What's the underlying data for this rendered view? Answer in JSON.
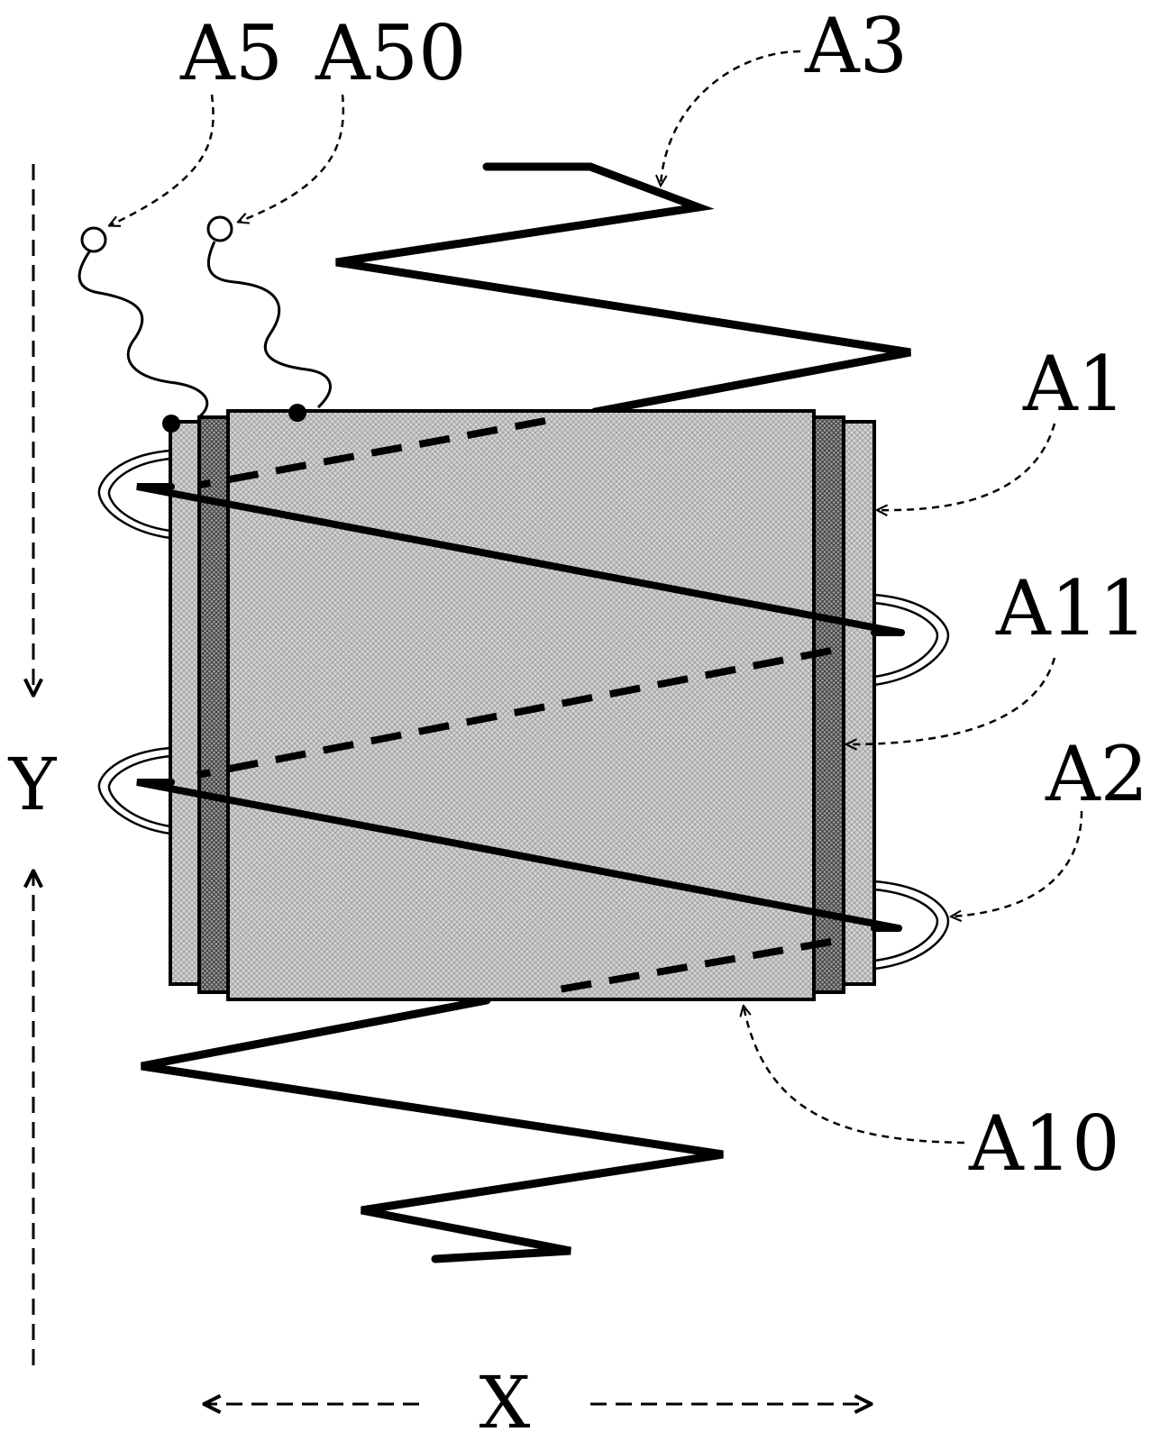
{
  "labels": {
    "a5": "A5",
    "a50": "A50",
    "a3": "A3",
    "a1": "A1",
    "a11": "A11",
    "a2": "A2",
    "a10": "A10"
  },
  "axes": {
    "x": "X",
    "y": "Y"
  },
  "colors": {
    "ink": "#000000",
    "core_fill": "#cfcfcf",
    "sleeve_fill": "#c4c4c4",
    "background": "#ffffff"
  }
}
